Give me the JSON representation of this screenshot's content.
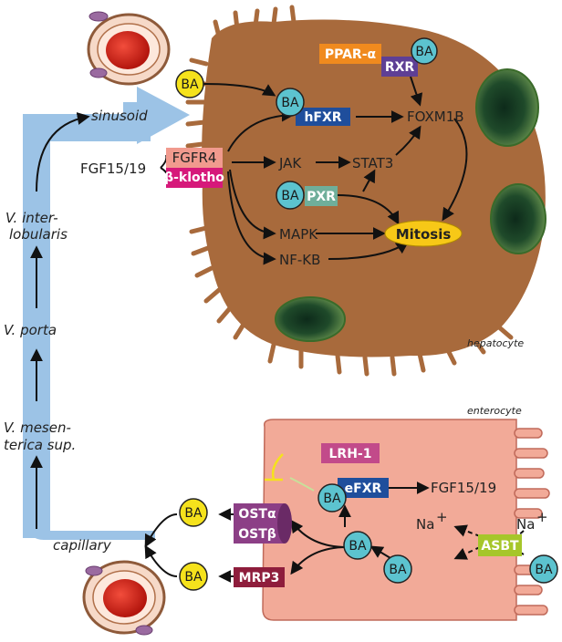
{
  "portal": {
    "sinusoid": "sinusoid",
    "v_inter_1": "V. inter-",
    "v_inter_2": "lobularis",
    "v_porta": "V. porta",
    "v_mes_1": "V. mesen-",
    "v_mes_2": "terica sup.",
    "capillary": "capillary"
  },
  "hepatocyte": {
    "label": "hepatocyte",
    "ba": "BA",
    "ppar": "PPAR-α",
    "rxr": "RXR",
    "hfxr": "hFXR",
    "foxm1b": "FOXM1B",
    "fgf": "FGF15/19",
    "fgfr4": "FGFR4",
    "klotho": "β-klotho",
    "jak": "JAK",
    "stat3": "STAT3",
    "pxr": "PXR",
    "mapk": "MAPK",
    "nfkb": "NF-ΚB",
    "mitosis": "Mitosis"
  },
  "enterocyte": {
    "label": "enterocyte",
    "lrh1": "LRH-1",
    "efxr": "eFXR",
    "fgf": "FGF15/19",
    "osta": "OSTα",
    "ostb": "OSTβ",
    "mrp3": "MRP3",
    "asbt": "ASBT",
    "na": "Na",
    "na_sup": "+",
    "ba": "BA"
  },
  "colors": {
    "hepatocyte": "#a86a3c",
    "enterocyte": "#f2aa98",
    "portal": "#9cc3e6",
    "ba_yellow": "#f5e21c",
    "ba_cyan": "#5cc3cf",
    "fxr_blue": "#1f4e9c",
    "ppar_orange": "#f08a1e",
    "rxr_purple": "#5e3f95",
    "fgfr4_pink": "#f19a8e",
    "klotho_magenta": "#d6197a",
    "pxr_green": "#6fae9a",
    "lrh1_pink": "#c24a8a",
    "ost_purple": "#8c3f86",
    "mrp3_red": "#8e1d3c",
    "asbt_green": "#a6c62a",
    "mitosis_yellow": "#f7c817"
  }
}
